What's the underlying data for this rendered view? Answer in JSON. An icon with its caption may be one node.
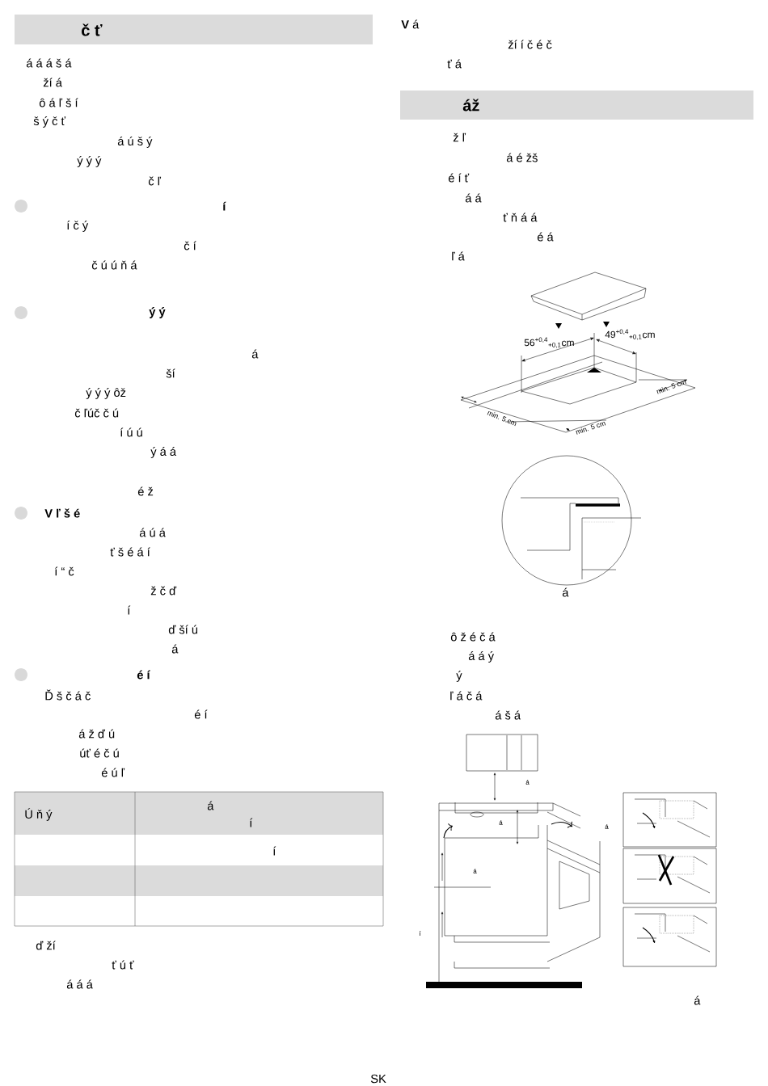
{
  "diagram": {
    "labels": [
      "č ť",
      "á á á š á",
      "ží á",
      "ô á ľ š í",
      "š ý č ť",
      "á ú š ý",
      "ý ý ý",
      "č ľ",
      "í",
      "í č ý",
      "č í",
      "č ú ú ň á",
      "ý ý",
      "á",
      "ší",
      "ý ý ý ôž",
      "č ľúč č ú",
      "í ú ú",
      "ý á á",
      "é ž",
      "V ľ š é",
      "á ú á",
      "ť š é á í",
      "í “ č",
      "ž č ď",
      "í",
      "ď ší ú",
      "á",
      "é í",
      "Ď š č á č",
      "é í",
      "á ž ď ú",
      "úť é č ú",
      "é ú ľ",
      "Ú ň ý",
      "á",
      "í",
      "í",
      "ď ží",
      "ť ú ť",
      "á á á",
      "**V** á",
      "ží í č é č",
      "ť á",
      "áž",
      "ž ľ",
      "á é žš",
      "é í ť",
      "á á",
      "ť ň á á",
      "é á",
      "ľ á",
      "56$^{+0,4}$$_{+0,1}$cm",
      "49$^{+0,4}$$_{+0,1}$cm",
      "min. 5 cm",
      "min. 5 cm",
      "min. 5 cm",
      "á",
      "ô ž é č á",
      "á á ý",
      "ý",
      "ľ á č á",
      "á š á",
      "á",
      "á",
      "á",
      "á",
      "í",
      "á",
      "SK"
    ]
  }
}
